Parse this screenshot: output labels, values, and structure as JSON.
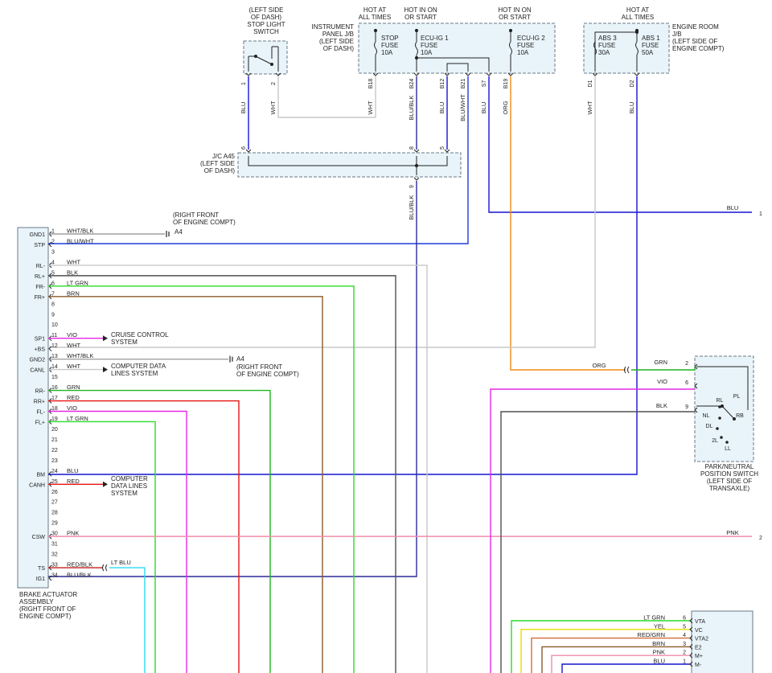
{
  "colors": {
    "BLU": "#1414d2",
    "WHT": "#c8c8c8",
    "BLK": "#505050",
    "GRN": "#1eb41e",
    "LT GRN": "#28dc28",
    "BRN": "#8c5a28",
    "RED": "#e61414",
    "VIO": "#e628e6",
    "PNK": "#f08caa",
    "ORG": "#f08c14",
    "YEL": "#e6dc00",
    "LT BLU": "#28dcf0",
    "RED/GRN": "#d46a3c",
    "BLU/BLK": "#2a2a9a",
    "BLU/WHT": "#1e3cdc",
    "WHT/BLK": "#a0a0a0",
    "RED/BLK": "#c81e1e"
  },
  "labels": {
    "stop_light_switch": [
      "(LEFT SIDE",
      "OF DASH)",
      "STOP LIGHT",
      "SWITCH"
    ],
    "instrument_panel_jb": [
      "INSTRUMENT",
      "PANEL J/B",
      "(LEFT SIDE",
      "OF DASH)"
    ],
    "hot_at_all_times_1": [
      "HOT AT",
      "ALL TIMES"
    ],
    "hot_in_on_1": [
      "HOT IN ON",
      "OR START"
    ],
    "hot_in_on_2": [
      "HOT IN ON",
      "OR START"
    ],
    "hot_at_all_times_2": [
      "HOT AT",
      "ALL TIMES"
    ],
    "engine_room_jb": [
      "ENGINE ROOM",
      "J/B",
      "(LEFT SIDE OF",
      "ENGINE COMPT)"
    ],
    "stop_fuse": [
      "STOP",
      "FUSE",
      "10A"
    ],
    "ecu_ig1_fuse": [
      "ECU-IG 1",
      "FUSE",
      "10A"
    ],
    "ecu_ig2_fuse": [
      "ECU-IG 2",
      "FUSE",
      "10A"
    ],
    "abs3_fuse": [
      "ABS 3",
      "FUSE",
      "30A"
    ],
    "abs1_fuse": [
      "ABS 1",
      "FUSE",
      "50A"
    ],
    "jc_a45": [
      "J/C A45",
      "(LEFT SIDE",
      "OF DASH)"
    ],
    "brake_actuator": [
      "BRAKE ACTUATOR",
      "ASSEMBLY",
      "(RIGHT FRONT OF",
      "ENGINE COMPT)"
    ],
    "park_neutral": [
      "PARK/NEUTRAL",
      "POSITION SWITCH",
      "(LEFT SIDE OF",
      "TRANSAXLE)"
    ],
    "ground_a4_top": [
      "(RIGHT FRONT",
      "OF ENGINE COMPT)"
    ],
    "ground_a4_top_id": "A4",
    "ground_a4_mid": [
      "(RIGHT FRONT",
      "OF ENGINE COMPT)"
    ],
    "ground_a4_mid_id": "A4",
    "cruise_control": [
      "CRUISE CONTROL",
      "SYSTEM"
    ],
    "computer_data_1": [
      "COMPUTER DATA",
      "LINES SYSTEM"
    ],
    "computer_data_2": [
      "COMPUTER",
      "DATA LINES",
      "SYSTEM"
    ],
    "pnp_contacts": [
      "PL",
      "RL",
      "RB",
      "NL",
      "DL",
      "2L",
      "LL"
    ]
  },
  "top_pins": [
    {
      "id": "1",
      "wire": "BLU"
    },
    {
      "id": "2",
      "wire": "WHT"
    },
    {
      "id": "B18",
      "wire": "WHT"
    },
    {
      "id": "B24",
      "wire": "BLU/BLK"
    },
    {
      "id": "B12",
      "wire": "BLU"
    },
    {
      "id": "B21",
      "wire": "BLU/WHT"
    },
    {
      "id": "S7",
      "wire": "BLU"
    },
    {
      "id": "B19",
      "wire": "ORG"
    },
    {
      "id": "D1",
      "wire": "WHT"
    },
    {
      "id": "D2",
      "wire": "BLU"
    }
  ],
  "jc_pins": [
    {
      "id": "6"
    },
    {
      "id": "8"
    },
    {
      "id": "5"
    },
    {
      "id": "9",
      "wire": "BLU/BLK"
    }
  ],
  "brake_pins": [
    {
      "num": "1",
      "name": "GND1",
      "wire": "WHT/BLK"
    },
    {
      "num": "2",
      "name": "STP",
      "wire": "BLU/WHT"
    },
    {
      "num": "3",
      "name": "",
      "wire": ""
    },
    {
      "num": "4",
      "name": "RL-",
      "wire": "WHT"
    },
    {
      "num": "5",
      "name": "RL+",
      "wire": "BLK"
    },
    {
      "num": "6",
      "name": "FR-",
      "wire": "LT GRN"
    },
    {
      "num": "7",
      "name": "FR+",
      "wire": "BRN"
    },
    {
      "num": "8",
      "name": "",
      "wire": ""
    },
    {
      "num": "9",
      "name": "",
      "wire": ""
    },
    {
      "num": "10",
      "name": "",
      "wire": ""
    },
    {
      "num": "11",
      "name": "SP1",
      "wire": "VIO"
    },
    {
      "num": "12",
      "name": "+BS",
      "wire": "WHT"
    },
    {
      "num": "13",
      "name": "GND2",
      "wire": "WHT/BLK"
    },
    {
      "num": "14",
      "name": "CANL",
      "wire": "WHT"
    },
    {
      "num": "15",
      "name": "",
      "wire": ""
    },
    {
      "num": "16",
      "name": "RR-",
      "wire": "GRN"
    },
    {
      "num": "17",
      "name": "RR+",
      "wire": "RED"
    },
    {
      "num": "18",
      "name": "FL-",
      "wire": "VIO"
    },
    {
      "num": "19",
      "name": "FL+",
      "wire": "LT GRN"
    },
    {
      "num": "20",
      "name": "",
      "wire": ""
    },
    {
      "num": "21",
      "name": "",
      "wire": ""
    },
    {
      "num": "22",
      "name": "",
      "wire": ""
    },
    {
      "num": "23",
      "name": "",
      "wire": ""
    },
    {
      "num": "24",
      "name": "BM",
      "wire": "BLU"
    },
    {
      "num": "25",
      "name": "CANH",
      "wire": "RED"
    },
    {
      "num": "26",
      "name": "",
      "wire": ""
    },
    {
      "num": "27",
      "name": "",
      "wire": ""
    },
    {
      "num": "28",
      "name": "",
      "wire": ""
    },
    {
      "num": "29",
      "name": "",
      "wire": ""
    },
    {
      "num": "30",
      "name": "CSW",
      "wire": "PNK"
    },
    {
      "num": "31",
      "name": "",
      "wire": ""
    },
    {
      "num": "32",
      "name": "",
      "wire": ""
    },
    {
      "num": "33",
      "name": "TS",
      "wire": "RED/BLK"
    },
    {
      "num": "34",
      "name": "IG1",
      "wire": "BLU/BLK"
    }
  ],
  "ts_mate_wire": "LT BLU",
  "pnp_pins": [
    {
      "num": "2",
      "wire": "GRN",
      "mate": "ORG"
    },
    {
      "num": "6",
      "wire": "VIO"
    },
    {
      "num": "9",
      "wire": "BLK"
    }
  ],
  "bottom_right_pins": [
    {
      "num": "6",
      "wire": "LT GRN",
      "name": "VTA"
    },
    {
      "num": "5",
      "wire": "YEL",
      "name": "VC"
    },
    {
      "num": "4",
      "wire": "RED/GRN",
      "name": "VTA2"
    },
    {
      "num": "3",
      "wire": "BRN",
      "name": "E2"
    },
    {
      "num": "2",
      "wire": "PNK",
      "name": "M+"
    },
    {
      "num": "1",
      "wire": "BLU",
      "name": "M-"
    }
  ],
  "offpage": [
    {
      "wire": "BLU",
      "ref": "1"
    },
    {
      "wire": "PNK",
      "ref": "2"
    }
  ]
}
